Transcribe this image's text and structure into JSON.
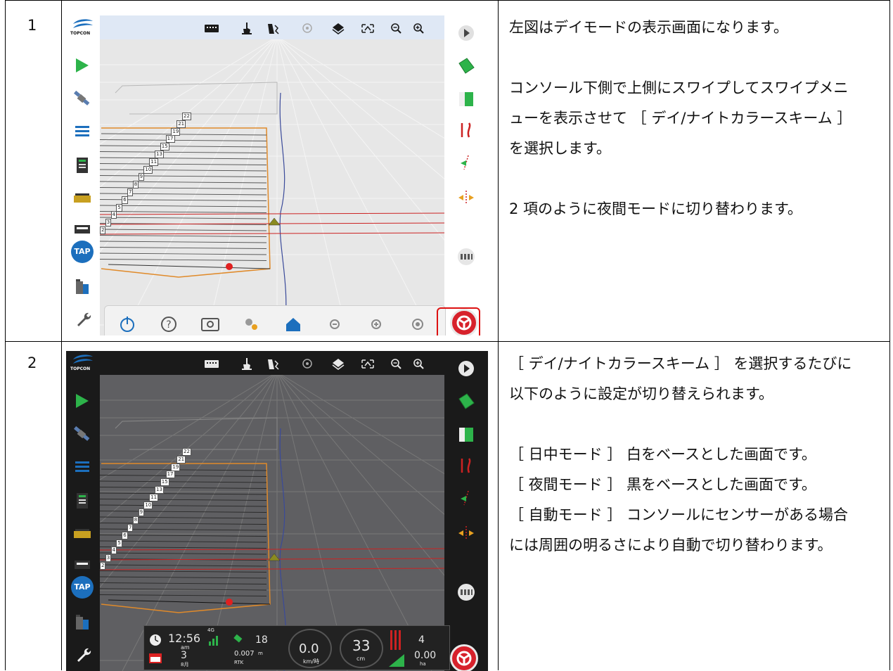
{
  "rows": [
    {
      "number": "1",
      "mode": "day",
      "description": {
        "line1": "左図はデイモードの表示画面になります。",
        "line2": "コンソール下側で上側にスワイプしてスワイプメニ",
        "line3": "ューを表示させて ［ デイ/ナイトカラースキーム ］",
        "line4": "を選択します。",
        "line5": "2 項のように夜間モードに切り替わります。"
      }
    },
    {
      "number": "2",
      "mode": "night",
      "description": {
        "line1": "［ デイ/ナイトカラースキーム ］ を選択するたびに",
        "line2": "以下のように設定が切り替えられます。",
        "line3": "［ 日中モード ］ 白をベースとした画面です。",
        "line4": "［ 夜間モード ］ 黒をベースとした画面です。",
        "line5": "［ 自動モード ］ コンソールにセンサーがある場合",
        "line6": "には周囲の明るさにより自動で切り替わります。"
      }
    }
  ],
  "screen": {
    "brand": "TOPCON",
    "tap_label": "TAP",
    "line_numbers": [
      "2",
      "3",
      "4",
      "5",
      "6",
      "7",
      "8",
      "9",
      "10",
      "11",
      "13",
      "15",
      "17",
      "19",
      "21",
      "22"
    ],
    "status_bar": {
      "time": "12:56",
      "ampm": "am",
      "signal": "4G",
      "satellites": "18",
      "accuracy": "0.007",
      "accuracy_unit": "m",
      "rtk": "RTK",
      "day": "3",
      "month": "8月",
      "speed": "0.0",
      "speed_unit": "km/時",
      "offset": "33",
      "offset_unit": "cm",
      "lines": "4",
      "area": "0.00",
      "area_unit": "ha"
    },
    "colors": {
      "day_bg": "#e7e7e7",
      "night_bg": "#5f5f62",
      "guide_red": "#cc2222",
      "boundary_orange": "#e08a2a",
      "accent_blue": "#1c6fbd",
      "selection_red": "#d11111"
    }
  }
}
